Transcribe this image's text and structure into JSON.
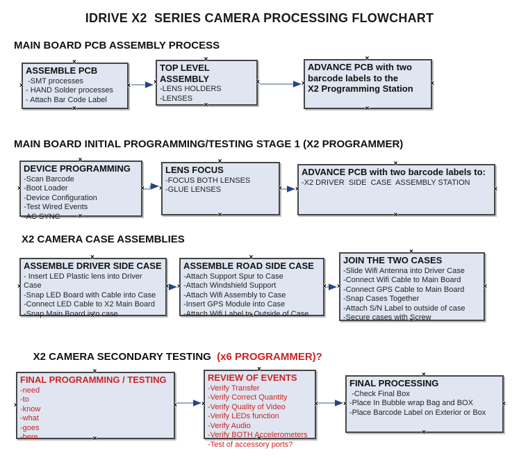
{
  "title": "IDRIVE X2  SERIES CAMERA PROCESSING FLOWCHART",
  "colors": {
    "box_fill": "#dfe6f1",
    "box_border": "#454545",
    "red_text": "#cc2222",
    "arrow_line": "#7d8fb3",
    "arrow_head": "#27418c"
  },
  "sections": [
    {
      "heading": "MAIN BOARD PCB ASSEMBLY PROCESS",
      "boxes": [
        {
          "title": "ASSEMBLE PCB",
          "items": [
            " -SMT processes",
            "- HAND Solder processes",
            "- Attach Bar Code Label"
          ]
        },
        {
          "title": "TOP LEVEL ASSEMBLY",
          "items": [
            "-LENS HOLDERS",
            "-LENSES"
          ]
        },
        {
          "title": "ADVANCE PCB with two\nbarcode labels to the\n X2 Programming Station",
          "items": []
        }
      ]
    },
    {
      "heading": "MAIN BOARD INITIAL PROGRAMMING/TESTING STAGE 1 (X2 PROGRAMMER)",
      "boxes": [
        {
          "title": "DEVICE PROGRAMMING",
          "items": [
            "-Scan Barcode",
            "-Boot Loader",
            "-Device Configuration",
            "-Test Wired Events",
            "-AC SYNC"
          ]
        },
        {
          "title": "LENS FOCUS",
          "items": [
            "-FOCUS BOTH LENSES",
            "-GLUE LENSES"
          ]
        },
        {
          "title": "ADVANCE PCB with two barcode labels to:",
          "items": [
            "-X2 DRIVER  SIDE  CASE  ASSEMBLY STATION"
          ]
        }
      ]
    },
    {
      "heading": "X2 CAMERA CASE ASSEMBLIES",
      "boxes": [
        {
          "title": "ASSEMBLE DRIVER SIDE CASE",
          "items": [
            "- Insert LED Plastic lens into Driver Case",
            "-Snap LED Board with Cable into Case",
            "-Connect LED Cable to X2 Main Board",
            "-Snap Main Board into case"
          ]
        },
        {
          "title": "ASSEMBLE ROAD SIDE CASE",
          "items": [
            "-Attach Support Spur to Case",
            "-Attach Windshield Support",
            "-Attach Wifi Assembly to Case",
            "-Insert GPS Module into Case",
            "-Attach Wifi Label to Outside of Case"
          ]
        },
        {
          "title": "JOIN THE TWO CASES",
          "items": [
            "-Slide Wifi Antenna into Driver Case",
            "-Connect Wifi Cable to Main Board",
            "-Connect GPS Cable to Main Board",
            "-Snap Cases Together",
            "-Attach S/N Label to outside of case",
            "-Secure cases with Screw"
          ]
        }
      ]
    },
    {
      "heading": "X2 CAMERA SECONDARY TESTING ",
      "heading_suffix": " (x6 PROGRAMMER)?",
      "boxes": [
        {
          "title": "FINAL PROGRAMMING / TESTING",
          "items": [
            "-need",
            "-to",
            "-know",
            "-what",
            "-goes",
            "-here"
          ]
        },
        {
          "title": "REVIEW OF EVENTS",
          "items": [
            "-Verify Transfer",
            "-Verify Correct Quantity",
            "-Verify Quality of Video",
            "-Verify LEDs function",
            "-Verify Audio",
            "-Verify BOTH Accelerometers",
            "-Test of accessory ports?"
          ]
        },
        {
          "title": "FINAL PROCESSING",
          "items": [
            " -Check Final Box",
            "-Place In Bubble wrap Bag and BOX",
            "-Place Barcode Label on Exterior or Box"
          ]
        }
      ]
    }
  ]
}
